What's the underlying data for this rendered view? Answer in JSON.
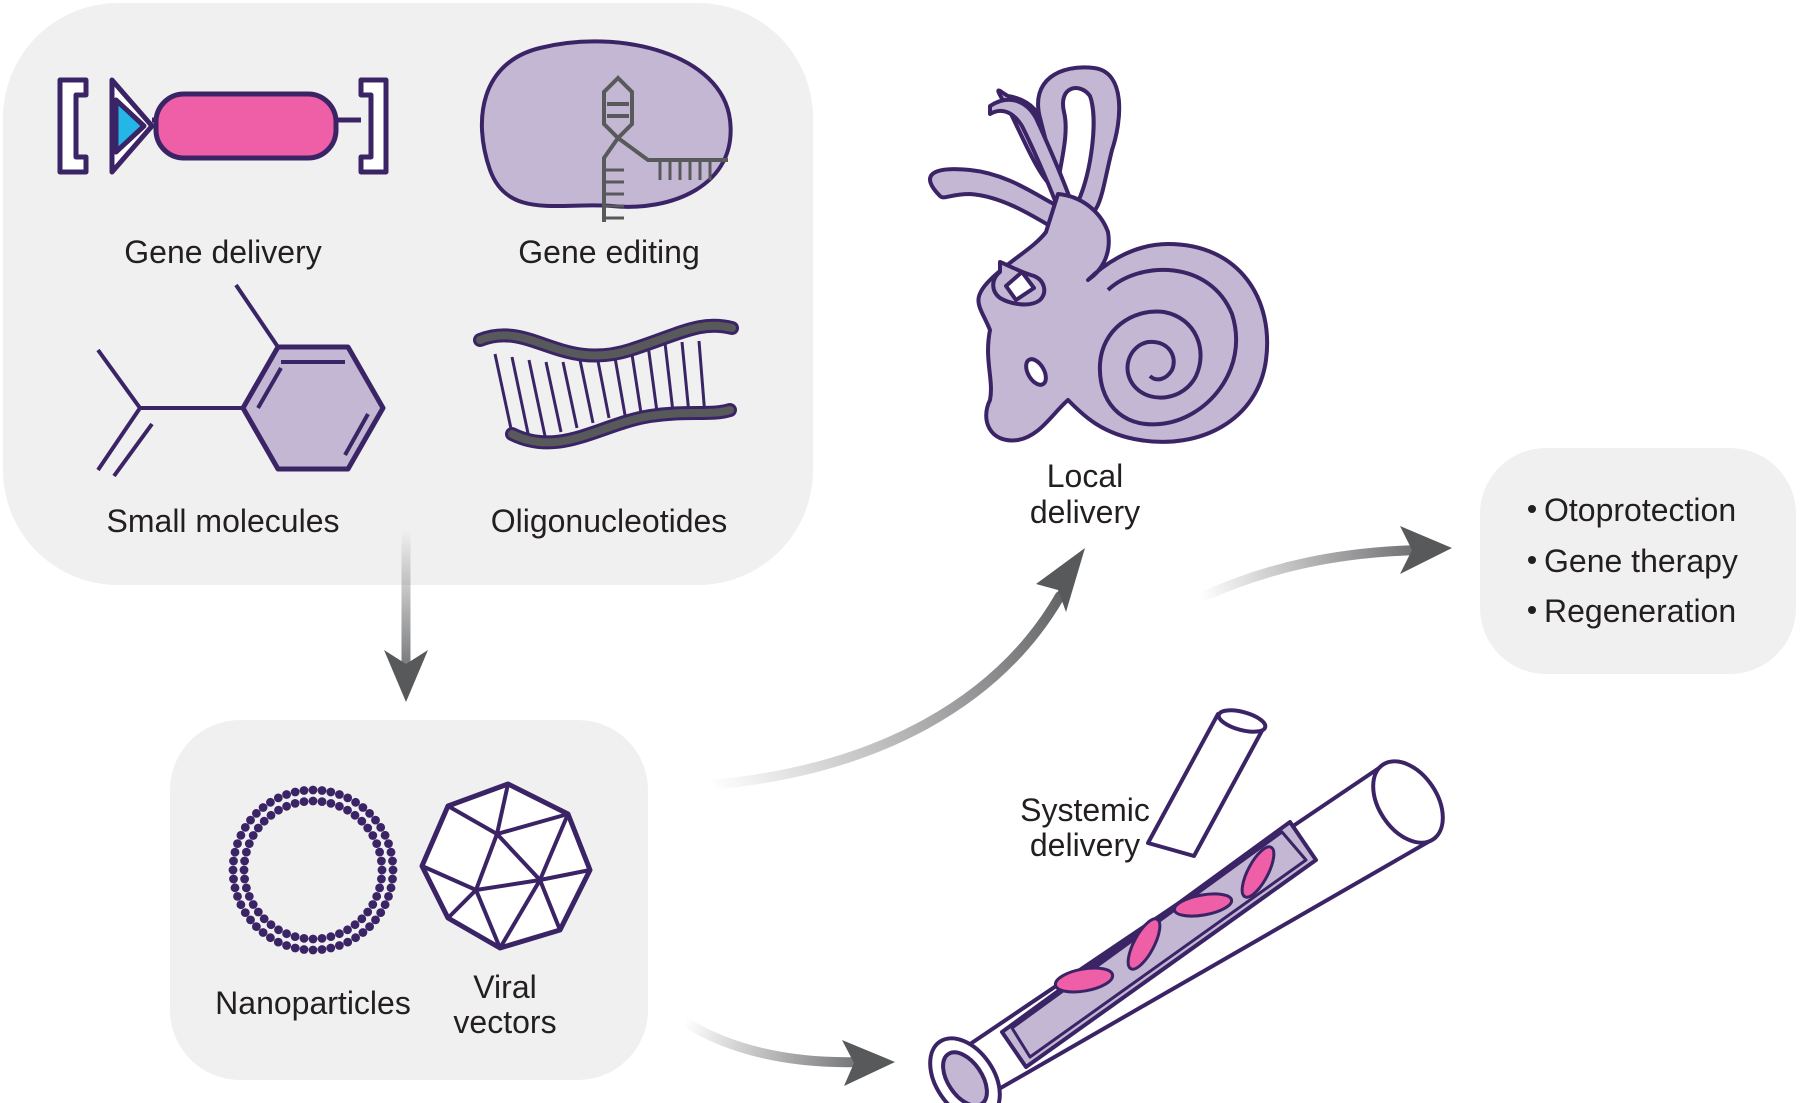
{
  "agents": {
    "gene_delivery": "Gene delivery",
    "gene_editing": "Gene editing",
    "small_molecules": "Small molecules",
    "oligonucleotides": "Oligonucleotides"
  },
  "carriers": {
    "nanoparticles": "Nanoparticles",
    "viral_vectors_line1": "Viral",
    "viral_vectors_line2": "vectors"
  },
  "routes": {
    "local_line1": "Local",
    "local_line2": "delivery",
    "systemic_line1": "Systemic",
    "systemic_line2": "delivery"
  },
  "outcomes": {
    "items": [
      "Otoprotection",
      "Gene therapy",
      "Regeneration"
    ]
  },
  "colors": {
    "panel_bg": "#f0f0f1",
    "outline": "#3b2466",
    "lavender": "#c4b7d3",
    "pink": "#ee5fa7",
    "cyan": "#25b6e8",
    "arrow": "#58595b"
  },
  "icons": [
    "plasmid-icon",
    "crispr-icon",
    "benzene-icon",
    "dna-ladder-icon",
    "inner-ear-icon",
    "nanoparticle-icon",
    "virus-icon",
    "blood-vessel-icon"
  ]
}
